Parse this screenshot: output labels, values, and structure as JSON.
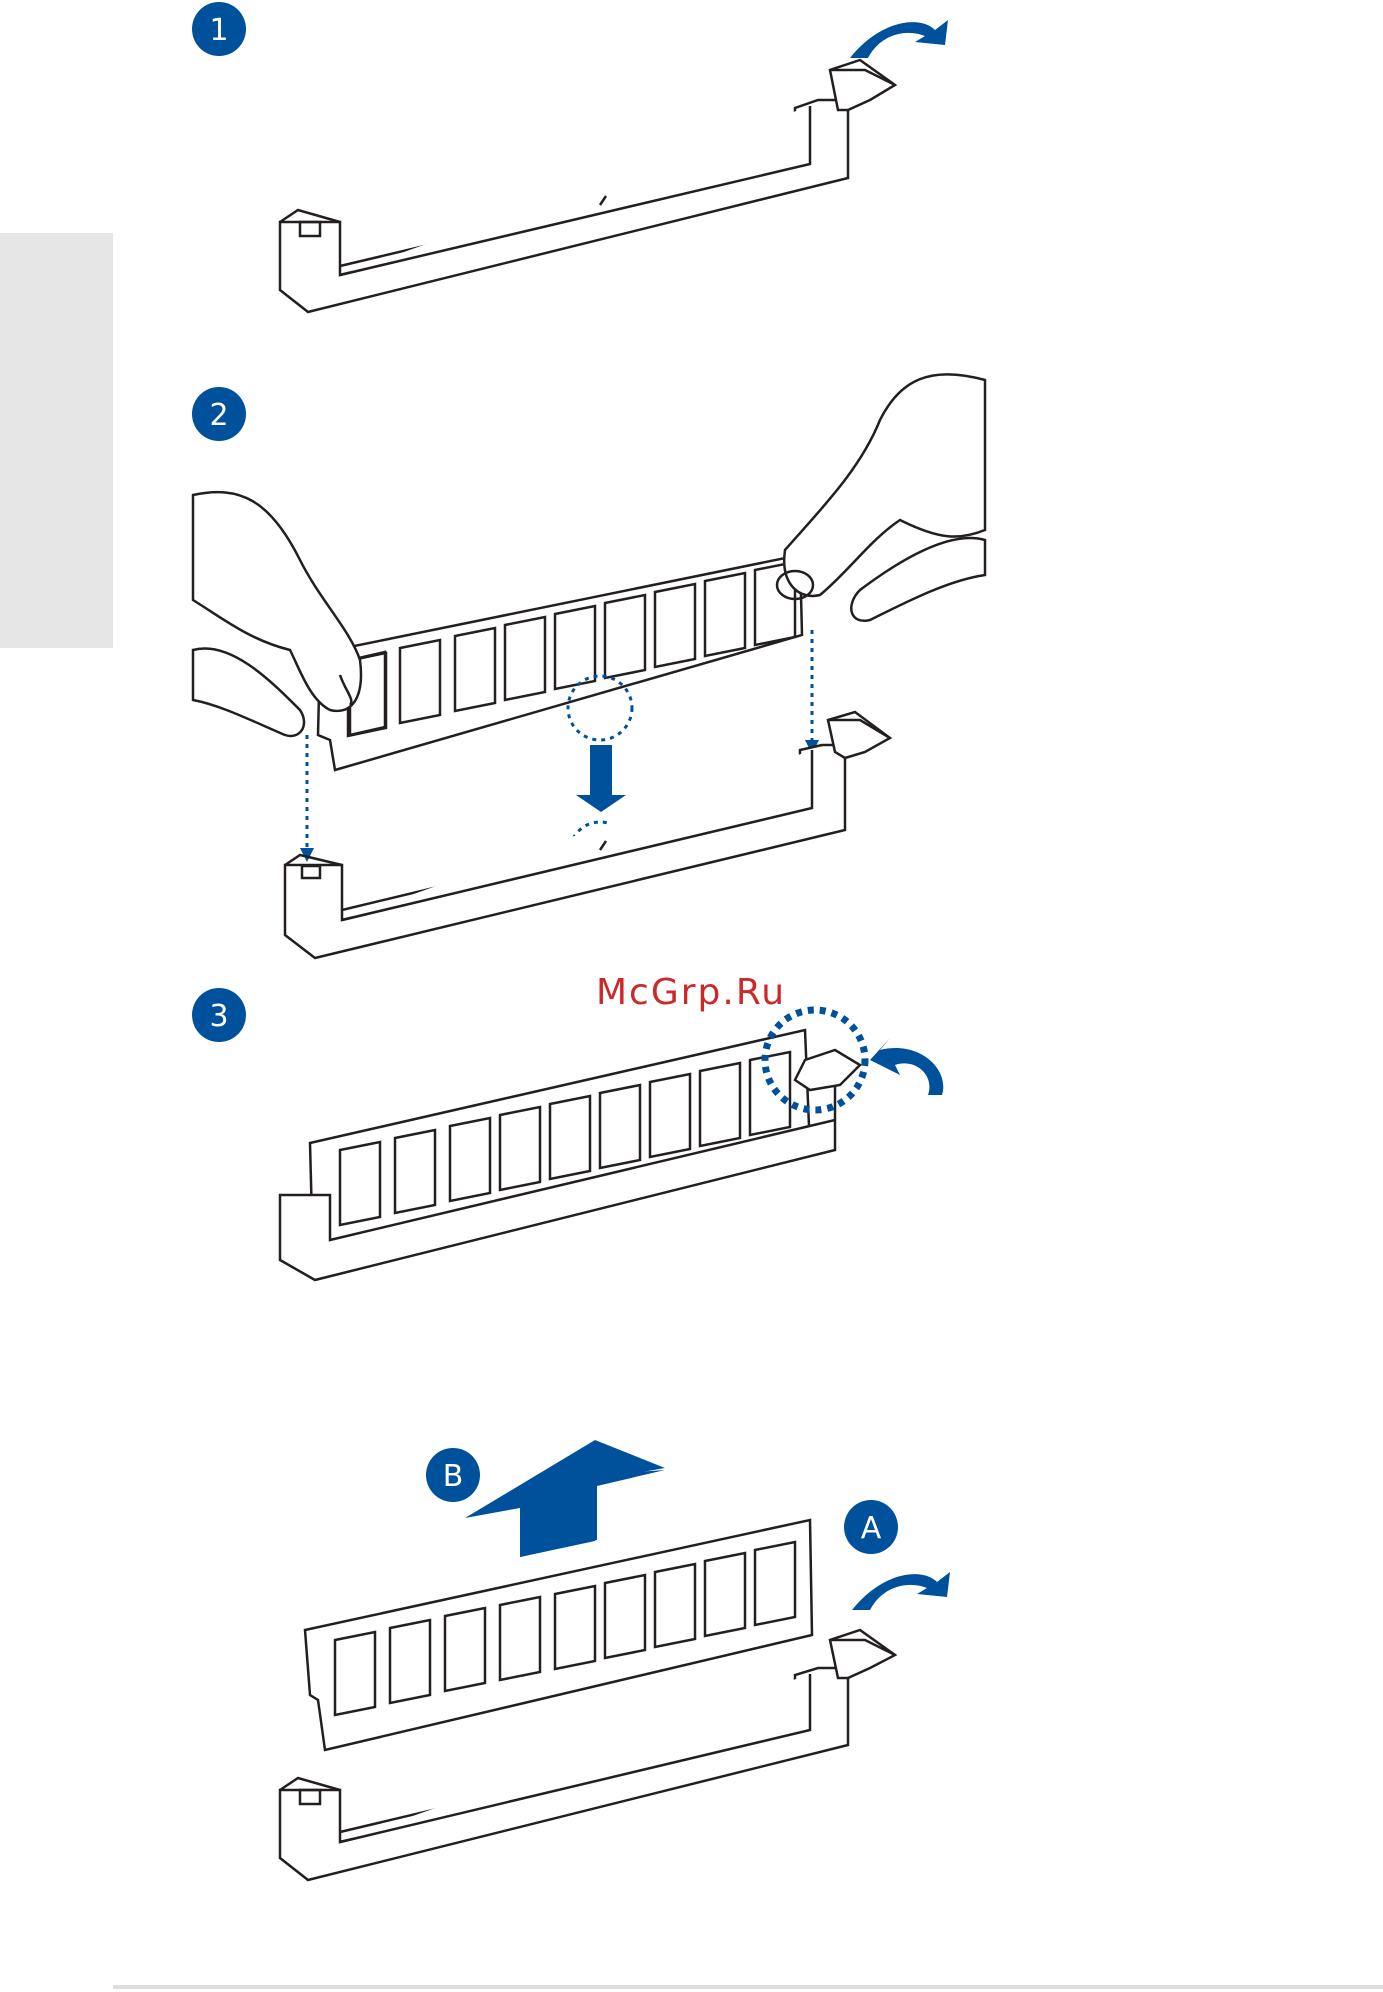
{
  "steps": [
    {
      "label": "1"
    },
    {
      "label": "2"
    },
    {
      "label": "3"
    }
  ],
  "removal_steps": [
    {
      "label": "A"
    },
    {
      "label": "B"
    }
  ],
  "watermark": "McGrp.Ru",
  "colors": {
    "accent": "#00519b",
    "line": "#231f20",
    "tab": "#e6e6e6",
    "watermark": "#cc2a2a"
  },
  "icons": {
    "step_marker": "numbered-circle-icon",
    "latch_arrow": "curved-arrow-icon",
    "insert_arrow": "down-arrow-icon",
    "remove_arrow": "up-arrow-icon",
    "alignment_marker": "dotted-circle-icon"
  }
}
